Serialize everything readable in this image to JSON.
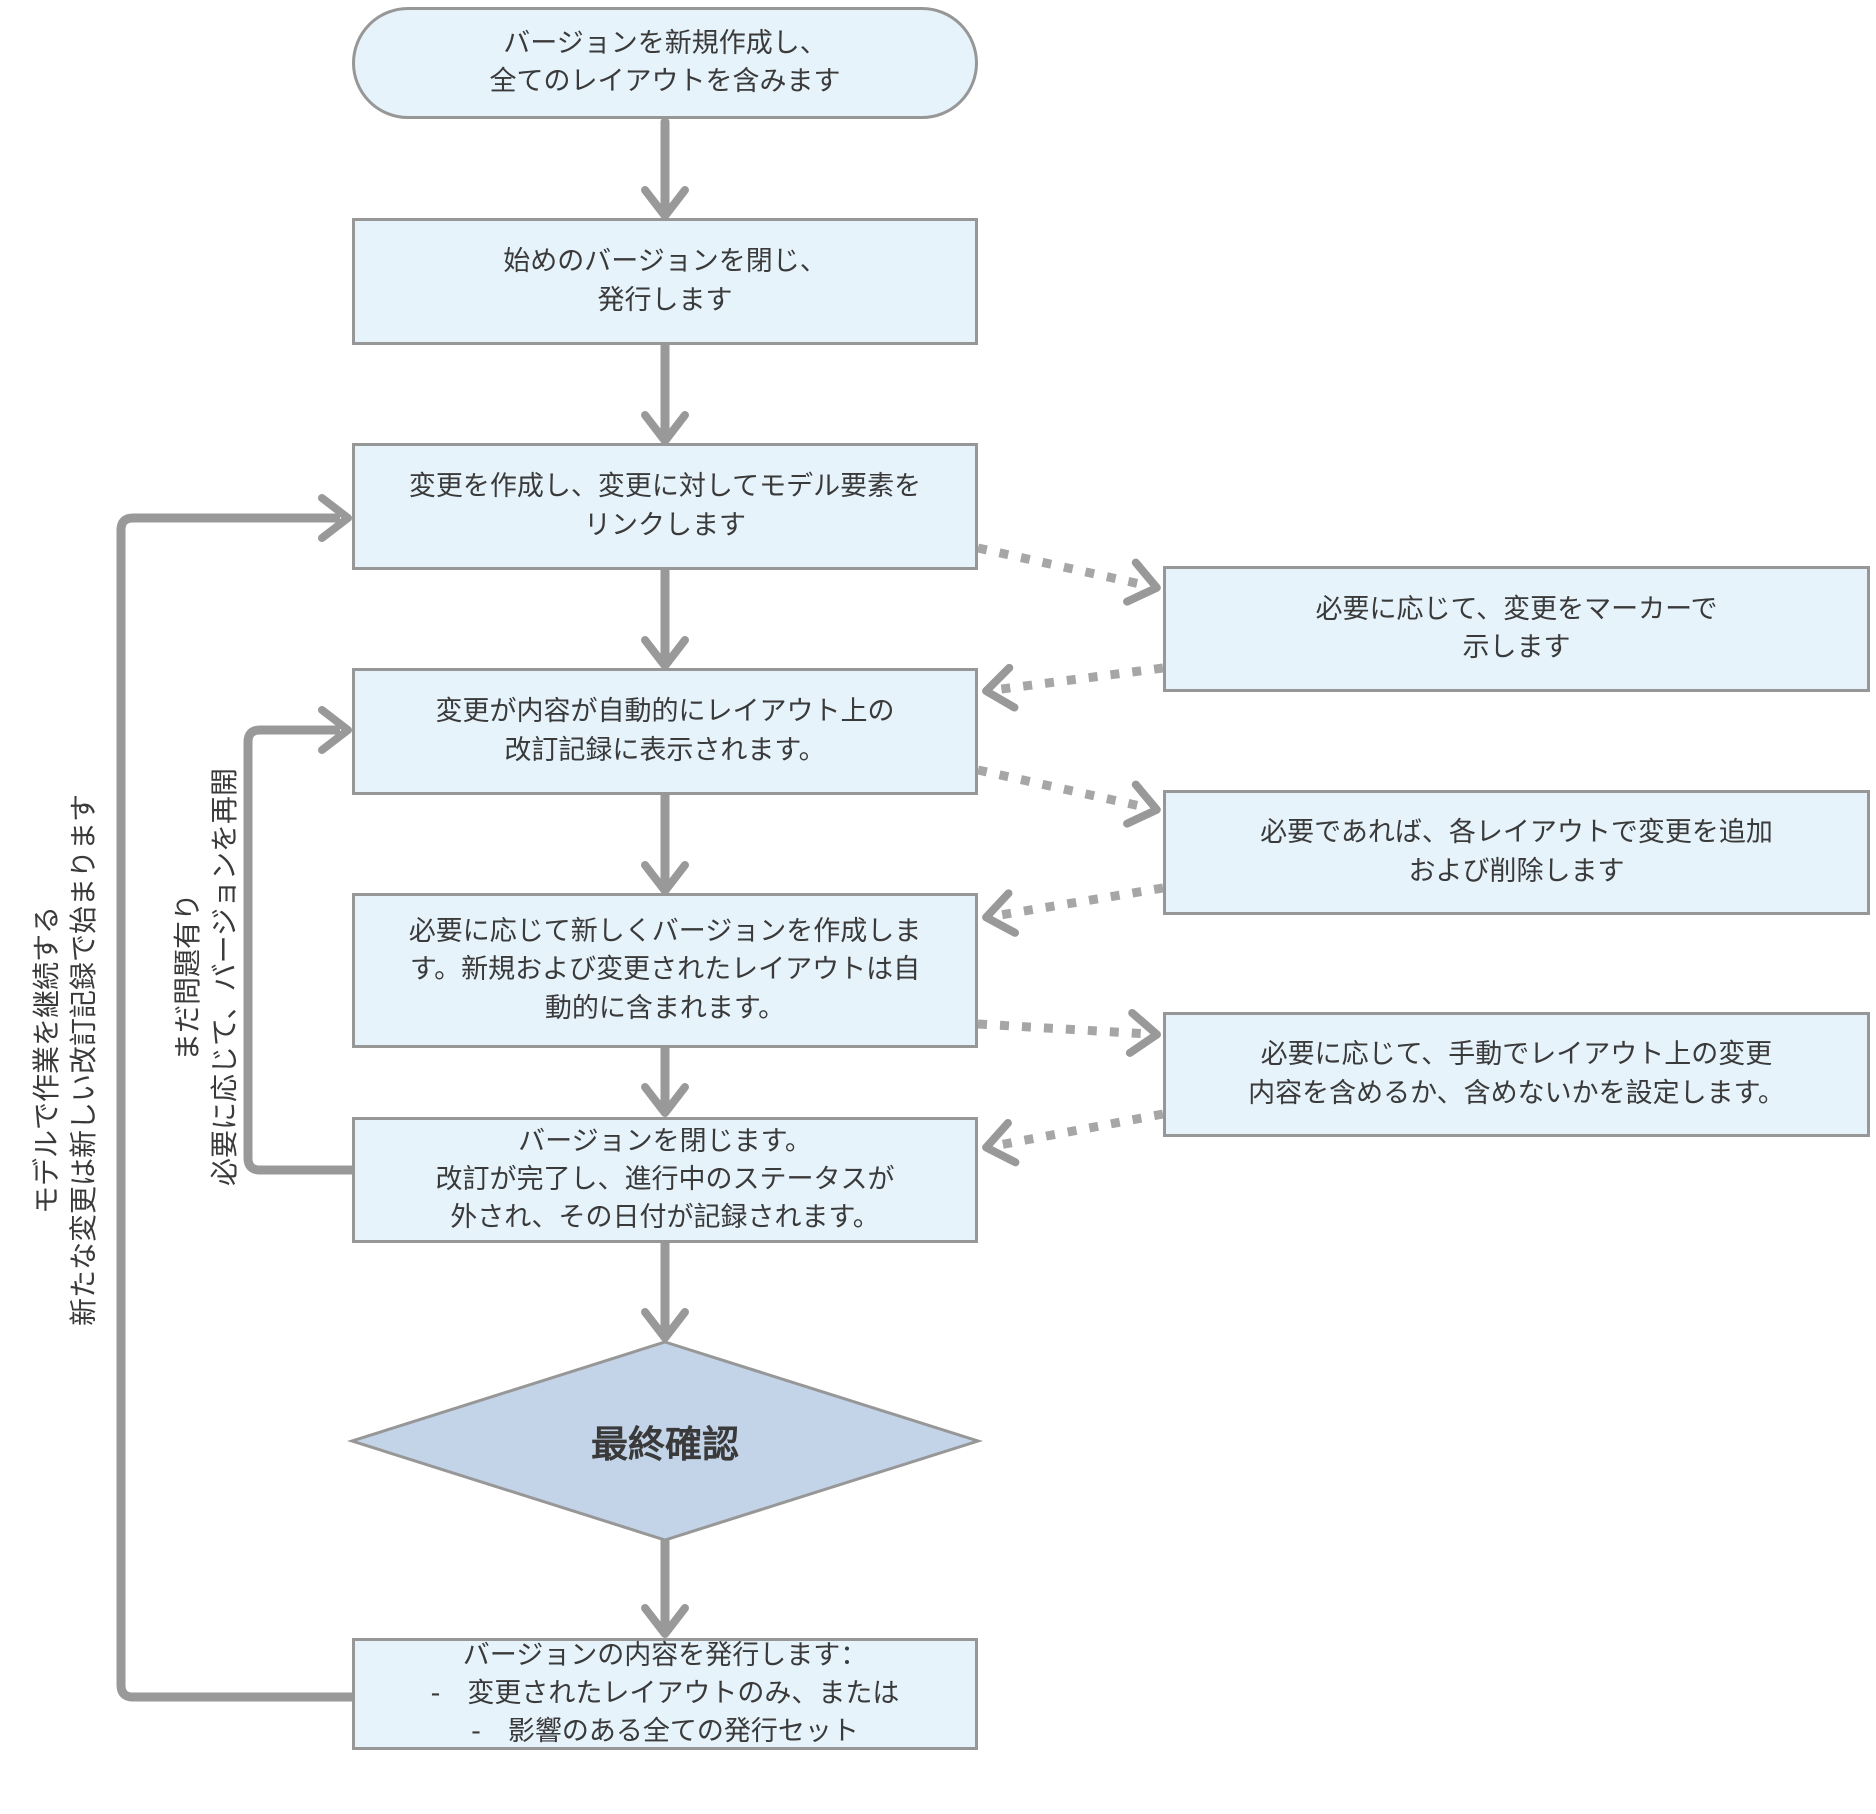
{
  "diagram": {
    "type": "flowchart",
    "colors": {
      "background": "#FFFFFF",
      "node_fill": "#E6F3FB",
      "node_border": "#979797",
      "diamond_fill": "#C3D4E8",
      "arrow": "#999999",
      "dotted": "#A6A6A6",
      "text": "#3A3A3A"
    },
    "nodes": {
      "start": "バージョンを新規作成し、\n全てのレイアウトを含みます",
      "close_first_version": "始めのバージョンを閉じ、\n発行します",
      "create_changes": "変更を作成し、変更に対してモデル要素を\nリンクします",
      "revision_record": "変更が内容が自動的にレイアウト上の\n改訂記録に表示されます。",
      "create_new_version": "必要に応じて新しくバージョンを作成しま\nす。新規および変更されたレイアウトは自\n動的に含まれます。",
      "close_version": "バージョンを閉じます。\n改訂が完了し、進行中のステータスが\n外され、その日付が記録されます。",
      "final_check": "最終確認",
      "publish_contents": "バージョンの内容を発行します：\n-　変更されたレイアウトのみ、または\n-　影響のある全ての発行セット"
    },
    "side_notes": {
      "marker": "必要に応じて、変更をマーカーで\n示します",
      "add_remove": "必要であれば、各レイアウトで変更を追加\nおよび削除します",
      "manual_include": "必要に応じて、手動でレイアウト上の変更\n内容を含めるか、含めないかを設定します。"
    },
    "loop_labels": {
      "continue_model": "モデルで作業を継続する\n新たな変更は新しい改訂記録で始まります",
      "reopen_version": "まだ問題有り\n必要に応じて、バージョンを再開"
    }
  }
}
